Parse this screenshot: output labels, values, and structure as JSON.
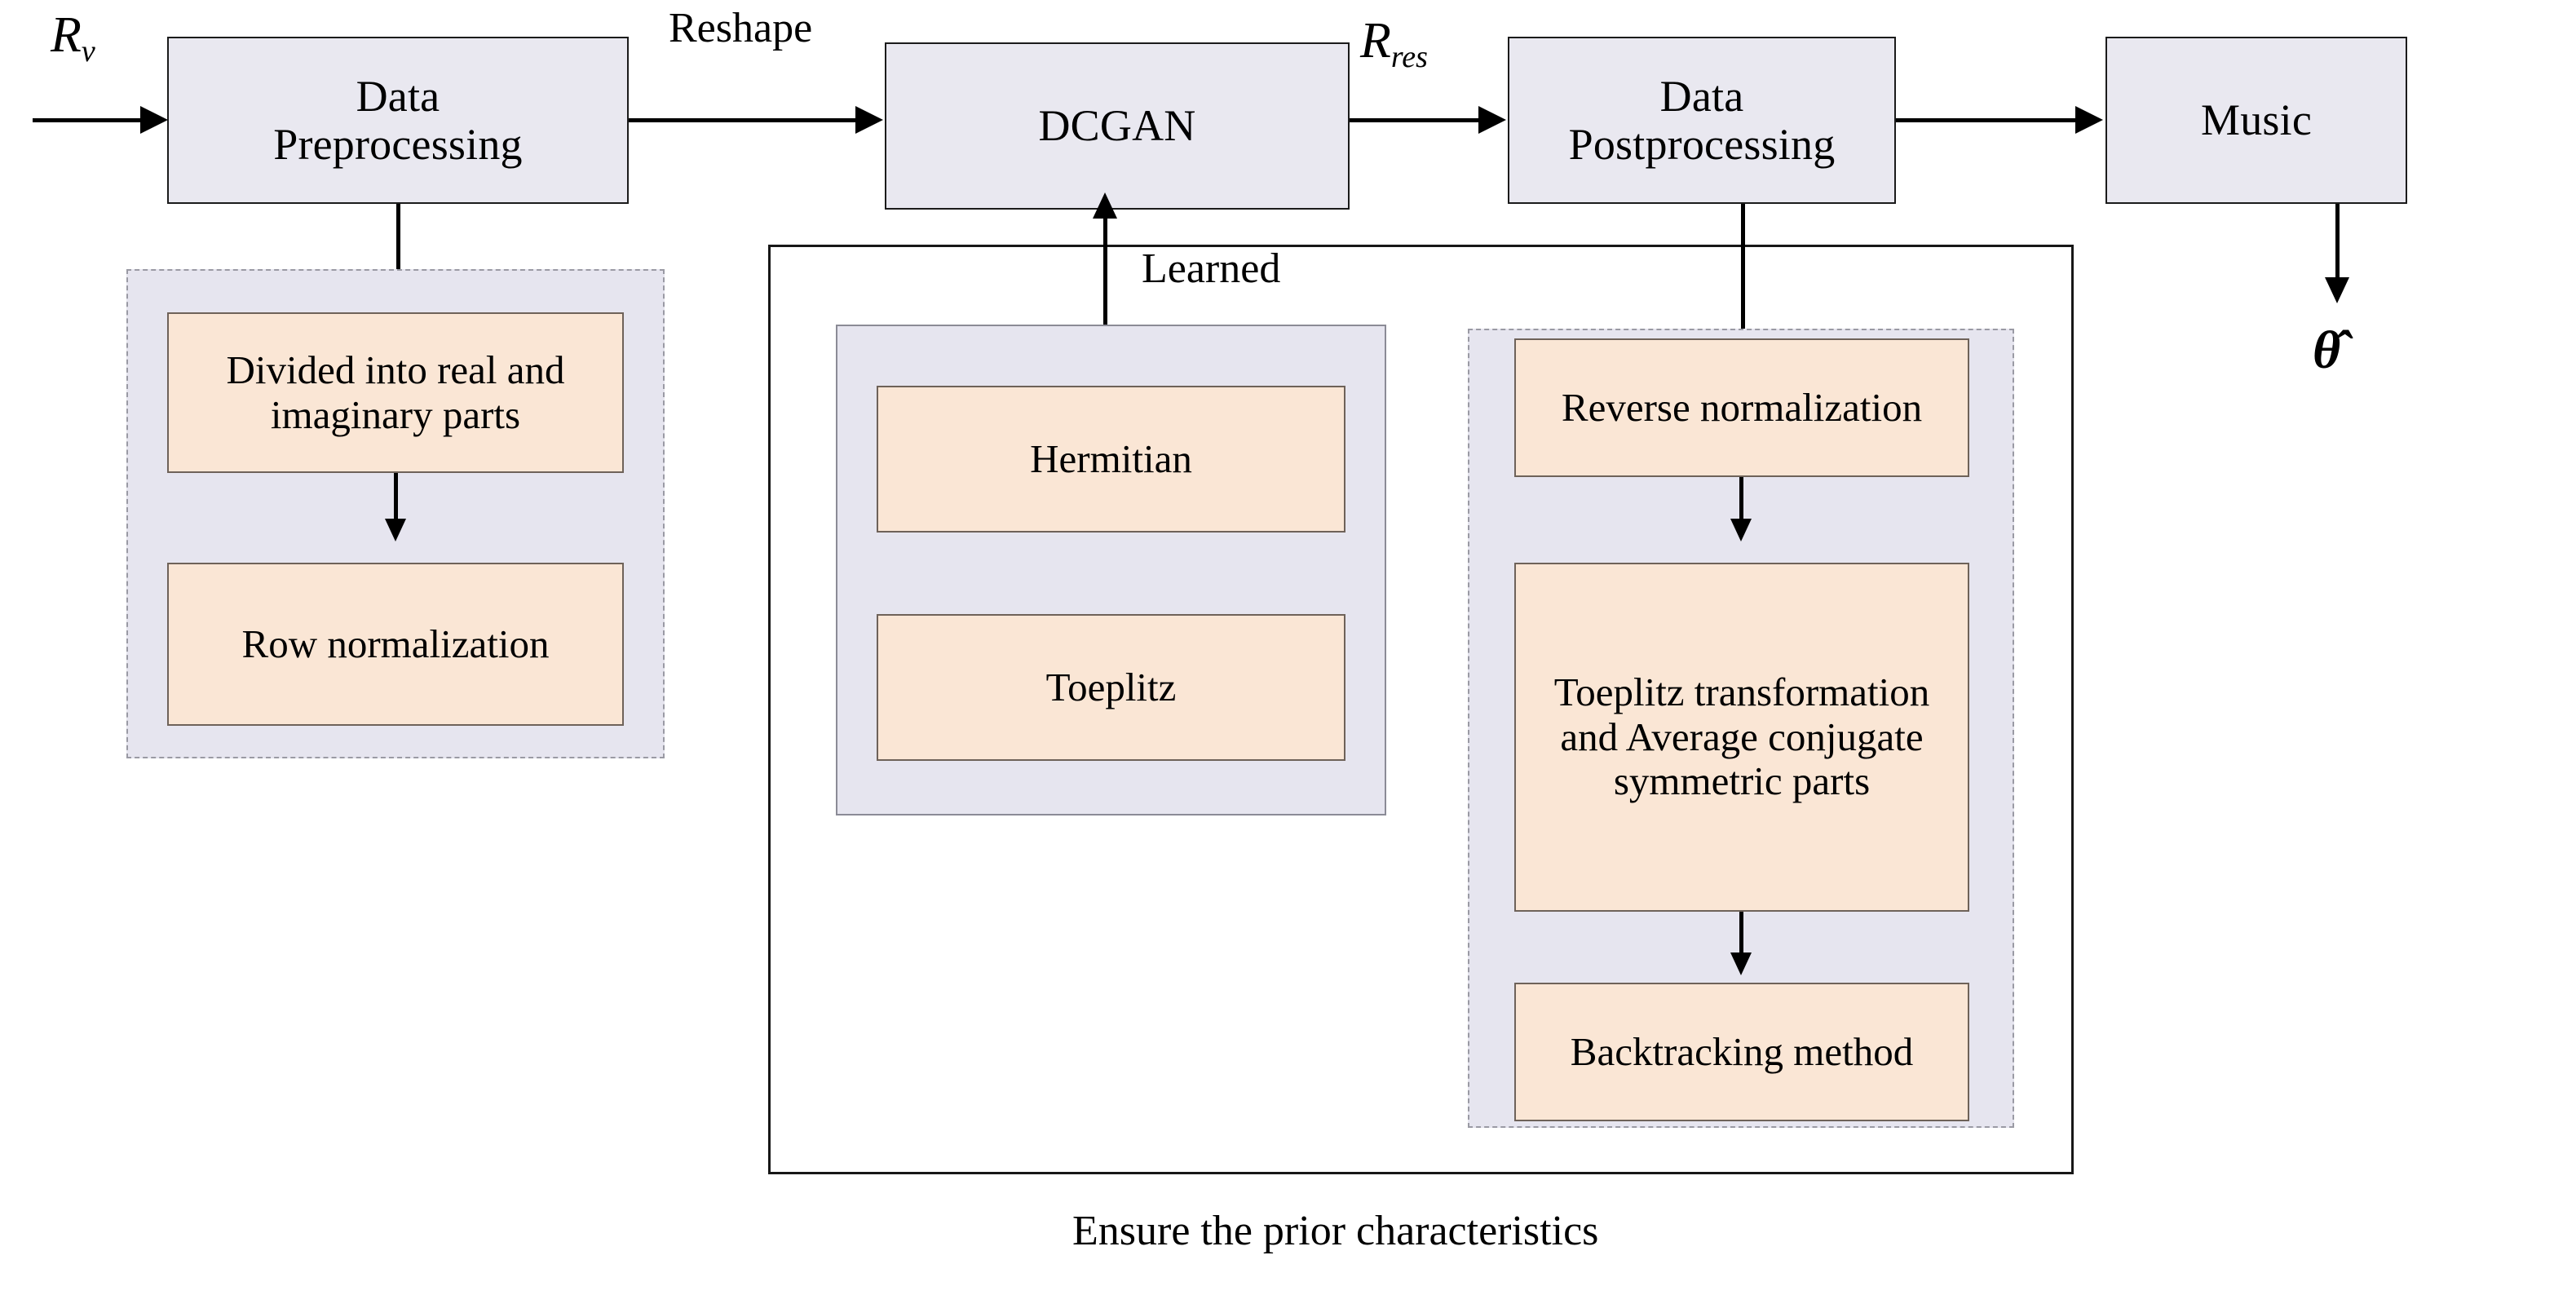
{
  "diagram": {
    "caption": "Ensure the prior characteristics",
    "colors": {
      "stage_fill": "#e9e8f0",
      "stage_border": "#1b1b1b",
      "panel_fill": "#e6e5ef",
      "panel_border": "#8b8b96",
      "step_fill": "#fae6d5",
      "step_border": "#6e6259",
      "line": "#000000",
      "background": "#ffffff"
    },
    "stages": {
      "preprocessing": "Data\nPreprocessing",
      "preprocessing_line1": "Data",
      "preprocessing_line2": "Preprocessing",
      "dcgan": "DCGAN",
      "postprocessing_line1": "Data",
      "postprocessing_line2": "Postprocessing",
      "music": "Music"
    },
    "edge_labels": {
      "reshape": "Reshape",
      "learned": "Learned"
    },
    "symbols": {
      "input_base": "R",
      "input_sub": "v",
      "res_base": "R",
      "res_sub": "res",
      "output": "θ̂"
    },
    "preprocessing_steps": [
      "Divided into real and imaginary parts",
      "Row normalization"
    ],
    "prior_constraints": [
      "Hermitian",
      "Toeplitz"
    ],
    "postprocessing_steps": [
      "Reverse normalization",
      "Toeplitz transformation and Average conjugate symmetric parts",
      "Backtracking method"
    ]
  }
}
